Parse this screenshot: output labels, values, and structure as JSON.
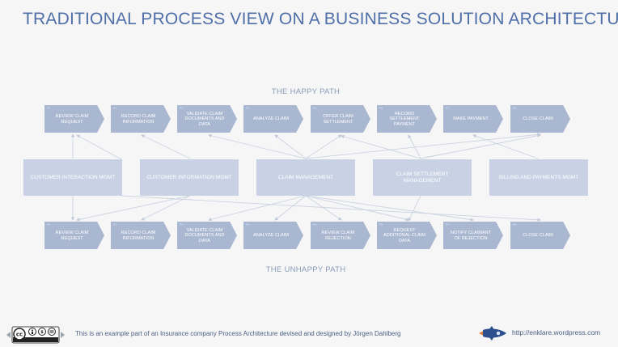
{
  "title": "TRADITIONAL PROCESS VIEW ON A BUSINESS SOLUTION ARCHITECTURE",
  "happy_label": "THE HAPPY PATH",
  "unhappy_label": "THE UNHAPPY PATH",
  "happy_steps": [
    {
      "num": "P1",
      "label": "REVIEW CLAIM REQUEST"
    },
    {
      "num": "P2",
      "label": "RECORD CLAIM INFORMATION"
    },
    {
      "num": "P3",
      "label": "VALIDATE CLAIM DOCUMENTS AND DATA"
    },
    {
      "num": "P4",
      "label": "ANALYZE CLAIM"
    },
    {
      "num": "P5",
      "label": "OFFER CLAIM SETTLEMENT"
    },
    {
      "num": "P6",
      "label": "RECORD SETTLEMENT PAYMENT"
    },
    {
      "num": "P7",
      "label": "MAKE PAYMENT"
    },
    {
      "num": "P8",
      "label": "CLOSE CLAIM"
    }
  ],
  "capabilities": [
    {
      "label": "CUSTOMER INTERACTION MGMT"
    },
    {
      "label": "CUSTOMER INFORMATION MGMT"
    },
    {
      "label": "CLAIM MANAGEMENT"
    },
    {
      "label": "CLAIM SETTLEMENT MANAGEMENT"
    },
    {
      "label": "BILLING AND PAYMENTS MGMT"
    }
  ],
  "unhappy_steps": [
    {
      "num": "P1",
      "label": "REVIEW CLAIM REQUEST"
    },
    {
      "num": "P2",
      "label": "RECORD CLAIM INFORMATION"
    },
    {
      "num": "P3",
      "label": "VALIDATE CLAIM DOCUMENTS AND DATA"
    },
    {
      "num": "P4",
      "label": "ANALYZE CLAIM"
    },
    {
      "num": "P5",
      "label": "REVIEW CLAIM REJECTION"
    },
    {
      "num": "P6",
      "label": "REQUEST ADDITIONAL CLAIM DATA"
    },
    {
      "num": "P7",
      "label": "NOTIFY CLAIMANT OF REJECTION"
    },
    {
      "num": "P8",
      "label": "CLOSE CLAIM"
    }
  ],
  "footer": {
    "text": "This is an example part of an Insurance company Process Architecture devised and designed by Jörgen Dahlberg",
    "url": "http://enklare.wordpress.com"
  },
  "colors": {
    "title": "#4f6fa8",
    "step": "#a9b7d0",
    "capability": "#c8d2e4",
    "connector": "#c9d1de"
  }
}
